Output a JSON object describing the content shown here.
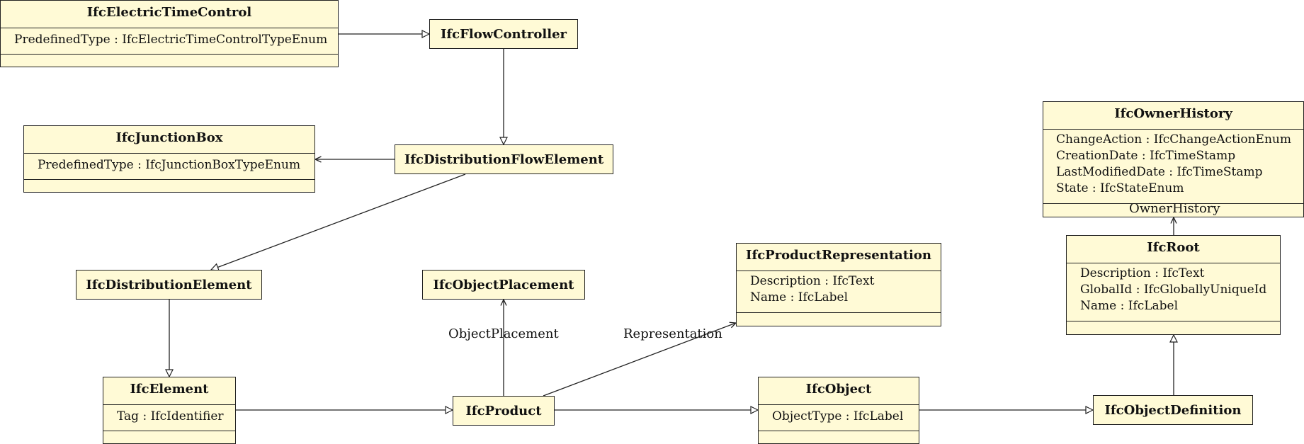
{
  "classes": {
    "electric_time_control": {
      "name": "IfcElectricTimeControl",
      "attributes": [
        "PredefinedType : IfcElectricTimeControlTypeEnum"
      ]
    },
    "flow_controller": {
      "name": "IfcFlowController",
      "attributes": []
    },
    "junction_box": {
      "name": "IfcJunctionBox",
      "attributes": [
        "PredefinedType : IfcJunctionBoxTypeEnum"
      ]
    },
    "distribution_flow_element": {
      "name": "IfcDistributionFlowElement",
      "attributes": []
    },
    "owner_history": {
      "name": "IfcOwnerHistory",
      "attributes": [
        "ChangeAction : IfcChangeActionEnum",
        "CreationDate : IfcTimeStamp",
        "LastModifiedDate : IfcTimeStamp",
        "State : IfcStateEnum"
      ]
    },
    "root": {
      "name": "IfcRoot",
      "attributes": [
        "Description : IfcText",
        "GlobalId : IfcGloballyUniqueId",
        "Name : IfcLabel"
      ]
    },
    "product_representation": {
      "name": "IfcProductRepresentation",
      "attributes": [
        "Description : IfcText",
        "Name : IfcLabel"
      ]
    },
    "distribution_element": {
      "name": "IfcDistributionElement",
      "attributes": []
    },
    "object_placement": {
      "name": "IfcObjectPlacement",
      "attributes": []
    },
    "element": {
      "name": "IfcElement",
      "attributes": [
        "Tag : IfcIdentifier"
      ]
    },
    "product": {
      "name": "IfcProduct",
      "attributes": []
    },
    "object": {
      "name": "IfcObject",
      "attributes": [
        "ObjectType : IfcLabel"
      ]
    },
    "object_definition": {
      "name": "IfcObjectDefinition",
      "attributes": []
    }
  },
  "edge_labels": {
    "owner_history": "OwnerHistory",
    "object_placement": "ObjectPlacement",
    "representation": "Representation"
  },
  "colors": {
    "class_fill": "#fffad6",
    "line": "#222222"
  }
}
